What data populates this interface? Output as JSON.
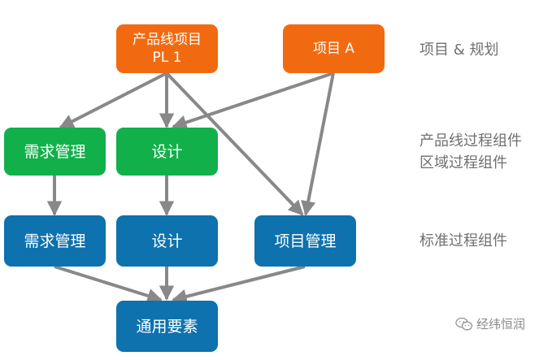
{
  "nodes": {
    "pl1": {
      "line1": "产品线项目",
      "line2": "PL 1"
    },
    "proj_a": {
      "label": "项目 A"
    },
    "green_req": {
      "label": "需求管理"
    },
    "green_design": {
      "label": "设计"
    },
    "blue_req": {
      "label": "需求管理"
    },
    "blue_design": {
      "label": "设计"
    },
    "blue_pm": {
      "label": "项目管理"
    },
    "common": {
      "label": "通用要素"
    }
  },
  "tiers": {
    "projects": "项目 & 规划",
    "product_line_line1": "产品线过程组件",
    "product_line_line2": "区域过程组件",
    "standard": "标准过程组件"
  },
  "watermark": {
    "text": "经纬恒润",
    "icon": "wechat-icon"
  },
  "colors": {
    "orange": "#f26a10",
    "green": "#12b04a",
    "blue": "#0d72ae",
    "arrow": "#888888",
    "tier_text": "#707070"
  }
}
